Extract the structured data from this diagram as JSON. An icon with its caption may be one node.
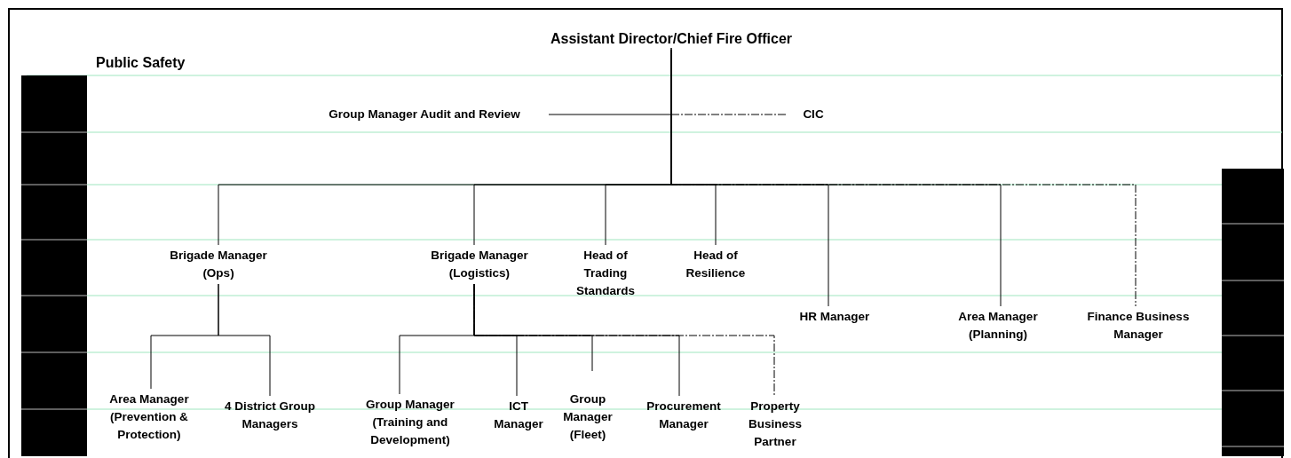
{
  "diagram": {
    "nodes": [
      {
        "text": [
          "Assistant Director/Chief Fire Officer"
        ]
      },
      {
        "text": [
          "Group Manager Audit and Review"
        ]
      },
      {
        "text": [
          "CIC"
        ]
      },
      {
        "text": [
          "Brigade Manager (Ops)"
        ]
      },
      {
        "text": [
          "Brigade Manager (Logistics)"
        ]
      },
      {
        "text": [
          "Head of Trading Standards"
        ]
      },
      {
        "text": [
          "Head of Resilience"
        ]
      },
      {
        "text": [
          "HR Manager"
        ]
      },
      {
        "text": [
          "Area Manager (Planning)"
        ]
      },
      {
        "text": [
          "Finance Business Manager"
        ]
      },
      {
        "text": [
          "Area Manager (Prevention & Protection)"
        ]
      },
      {
        "text": [
          "4 District Group Managers"
        ]
      },
      {
        "text": [
          "Group Manager (Training and Development)"
        ]
      },
      {
        "text": [
          "ICT Manager"
        ]
      },
      {
        "text": [
          "Group Manager (Fleet)"
        ]
      },
      {
        "text": [
          "Procurement Manager"
        ]
      },
      {
        "text": [
          "Property Business Partner"
        ]
      }
    ],
    "edges": [
      {
        "from": 1,
        "to": 0,
        "arrow": "none"
      },
      {
        "from": 0,
        "to": 2,
        "arrow": "none",
        "style": "dashed"
      },
      {
        "from": 0,
        "to": 3,
        "arrow": "none"
      },
      {
        "from": 0,
        "to": 4,
        "arrow": "none"
      },
      {
        "from": 0,
        "to": 5,
        "arrow": "none"
      },
      {
        "from": 0,
        "to": 6,
        "arrow": "none"
      },
      {
        "from": 0,
        "to": 7,
        "arrow": "none"
      },
      {
        "from": 0,
        "to": 8,
        "arrow": "none"
      },
      {
        "from": 0,
        "to": 9,
        "arrow": "none",
        "style": "dashed"
      },
      {
        "from": 3,
        "to": 10,
        "arrow": "none"
      },
      {
        "from": 3,
        "to": 11,
        "arrow": "none"
      },
      {
        "from": 4,
        "to": 12,
        "arrow": "none"
      },
      {
        "from": 4,
        "to": 13,
        "arrow": "none"
      },
      {
        "from": 4,
        "to": 14,
        "arrow": "none"
      },
      {
        "from": 4,
        "to": 15,
        "arrow": "none"
      },
      {
        "from": 4,
        "to": 16,
        "arrow": "none",
        "style": "dashed"
      }
    ],
    "labels": [
      "Public Safety"
    ]
  }
}
